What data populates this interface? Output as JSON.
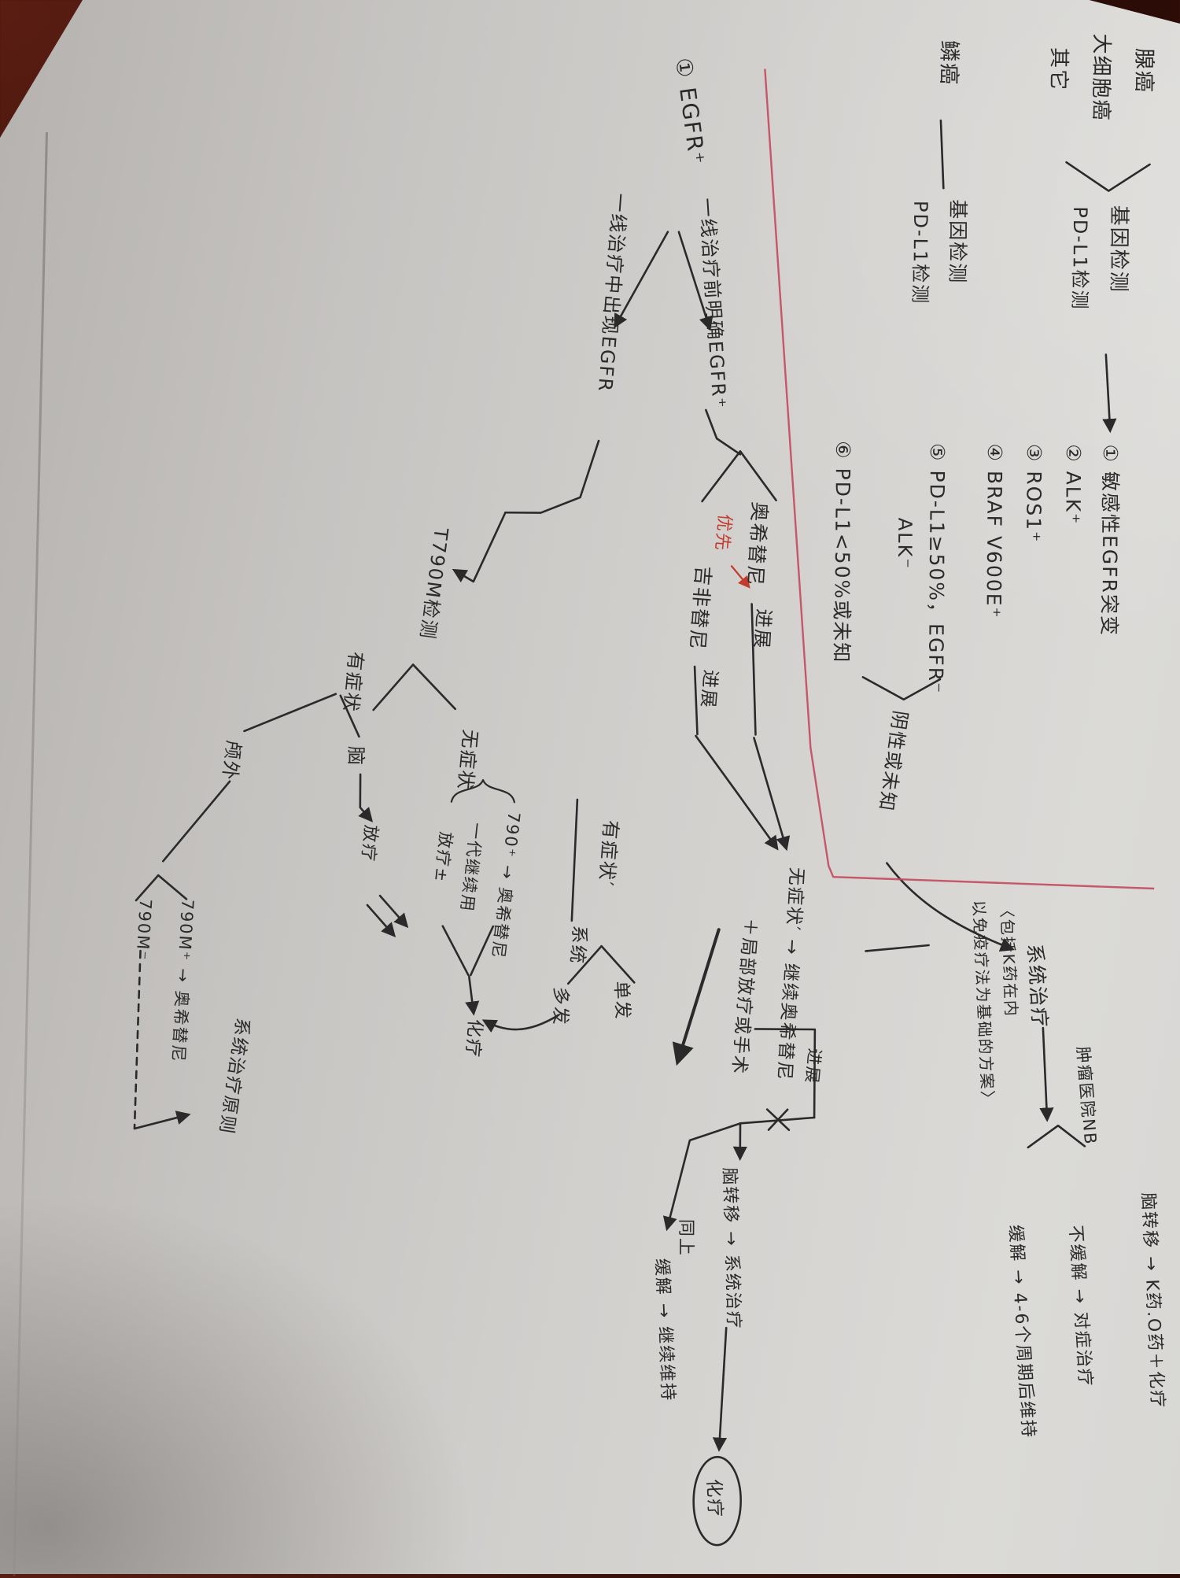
{
  "photo": {
    "table_color": "#2b0c07",
    "paper_color": "#d2d0cd"
  },
  "ink": {
    "black": "#2a2a2a",
    "red_accent": "#c23b2e",
    "divider_red": "#c24a5e"
  },
  "header": {
    "types": [
      "腺癌",
      "大细胞癌",
      "其它"
    ],
    "tests": [
      "基因检测",
      "PD-L1检测"
    ],
    "squamous": "鳞癌",
    "squamous_tests": [
      "基因检测",
      "PD-L1检测"
    ]
  },
  "biomarkers": {
    "items": [
      "① 敏感性EGFR突变",
      "② ALK⁺",
      "③ ROS1⁺",
      "④ BRAF V600E⁺",
      "⑤ PD-L1≥50%，EGFR⁻",
      "⑥ PD-L1<50%或未知"
    ],
    "item5_line2": "ALK⁻",
    "item5_note": "阴性或未知"
  },
  "immuno_path": {
    "systemic": "系统治疗",
    "regimen_line1": "〈包括K药在内",
    "regimen_line2": "以免疫疗法为基础的方案〉",
    "hospital_note": "肿瘤医院NB",
    "outcomes": [
      "脑转移 → K药.O药＋化疗",
      "不缓解 → 对症治疗",
      "缓解 → 4-6个周期后维持"
    ]
  },
  "egfr_path": {
    "title": "① EGFR⁺",
    "branch_pre": "一线治疗前明确EGFR⁺",
    "branch_during": "一线治疗中出现EGFR",
    "drug_first": "奥希替尼",
    "drug_first_note": "优先",
    "drug_alt": "吉非替尼",
    "progression": "进展",
    "no_symptom2": "无症状′ → 继续奥希替尼",
    "no_symptom2_line2": "＋局部放疗或手术",
    "after_prog": [
      "脑转移 → 系统治疗",
      "同上",
      "化疗",
      "缓解 → 继续维持"
    ]
  },
  "t790m": {
    "test": "T790M检测",
    "asymptomatic": "无症状",
    "asym_options": [
      "790⁺ → 奥希替尼",
      "一代继续用",
      "放疗±"
    ],
    "chemo": "化疗",
    "symptomatic1": "有症状′",
    "systemic": "系统",
    "single": "单发",
    "multiple": "多发",
    "symptomatic2": "有症状",
    "brain": "脑",
    "extracranial": "颅外",
    "brain_tx": "放疗",
    "m_pos": "790M⁺ → 奥希替尼",
    "m_neg": "790M⁻",
    "principle": "系统治疗原则"
  }
}
